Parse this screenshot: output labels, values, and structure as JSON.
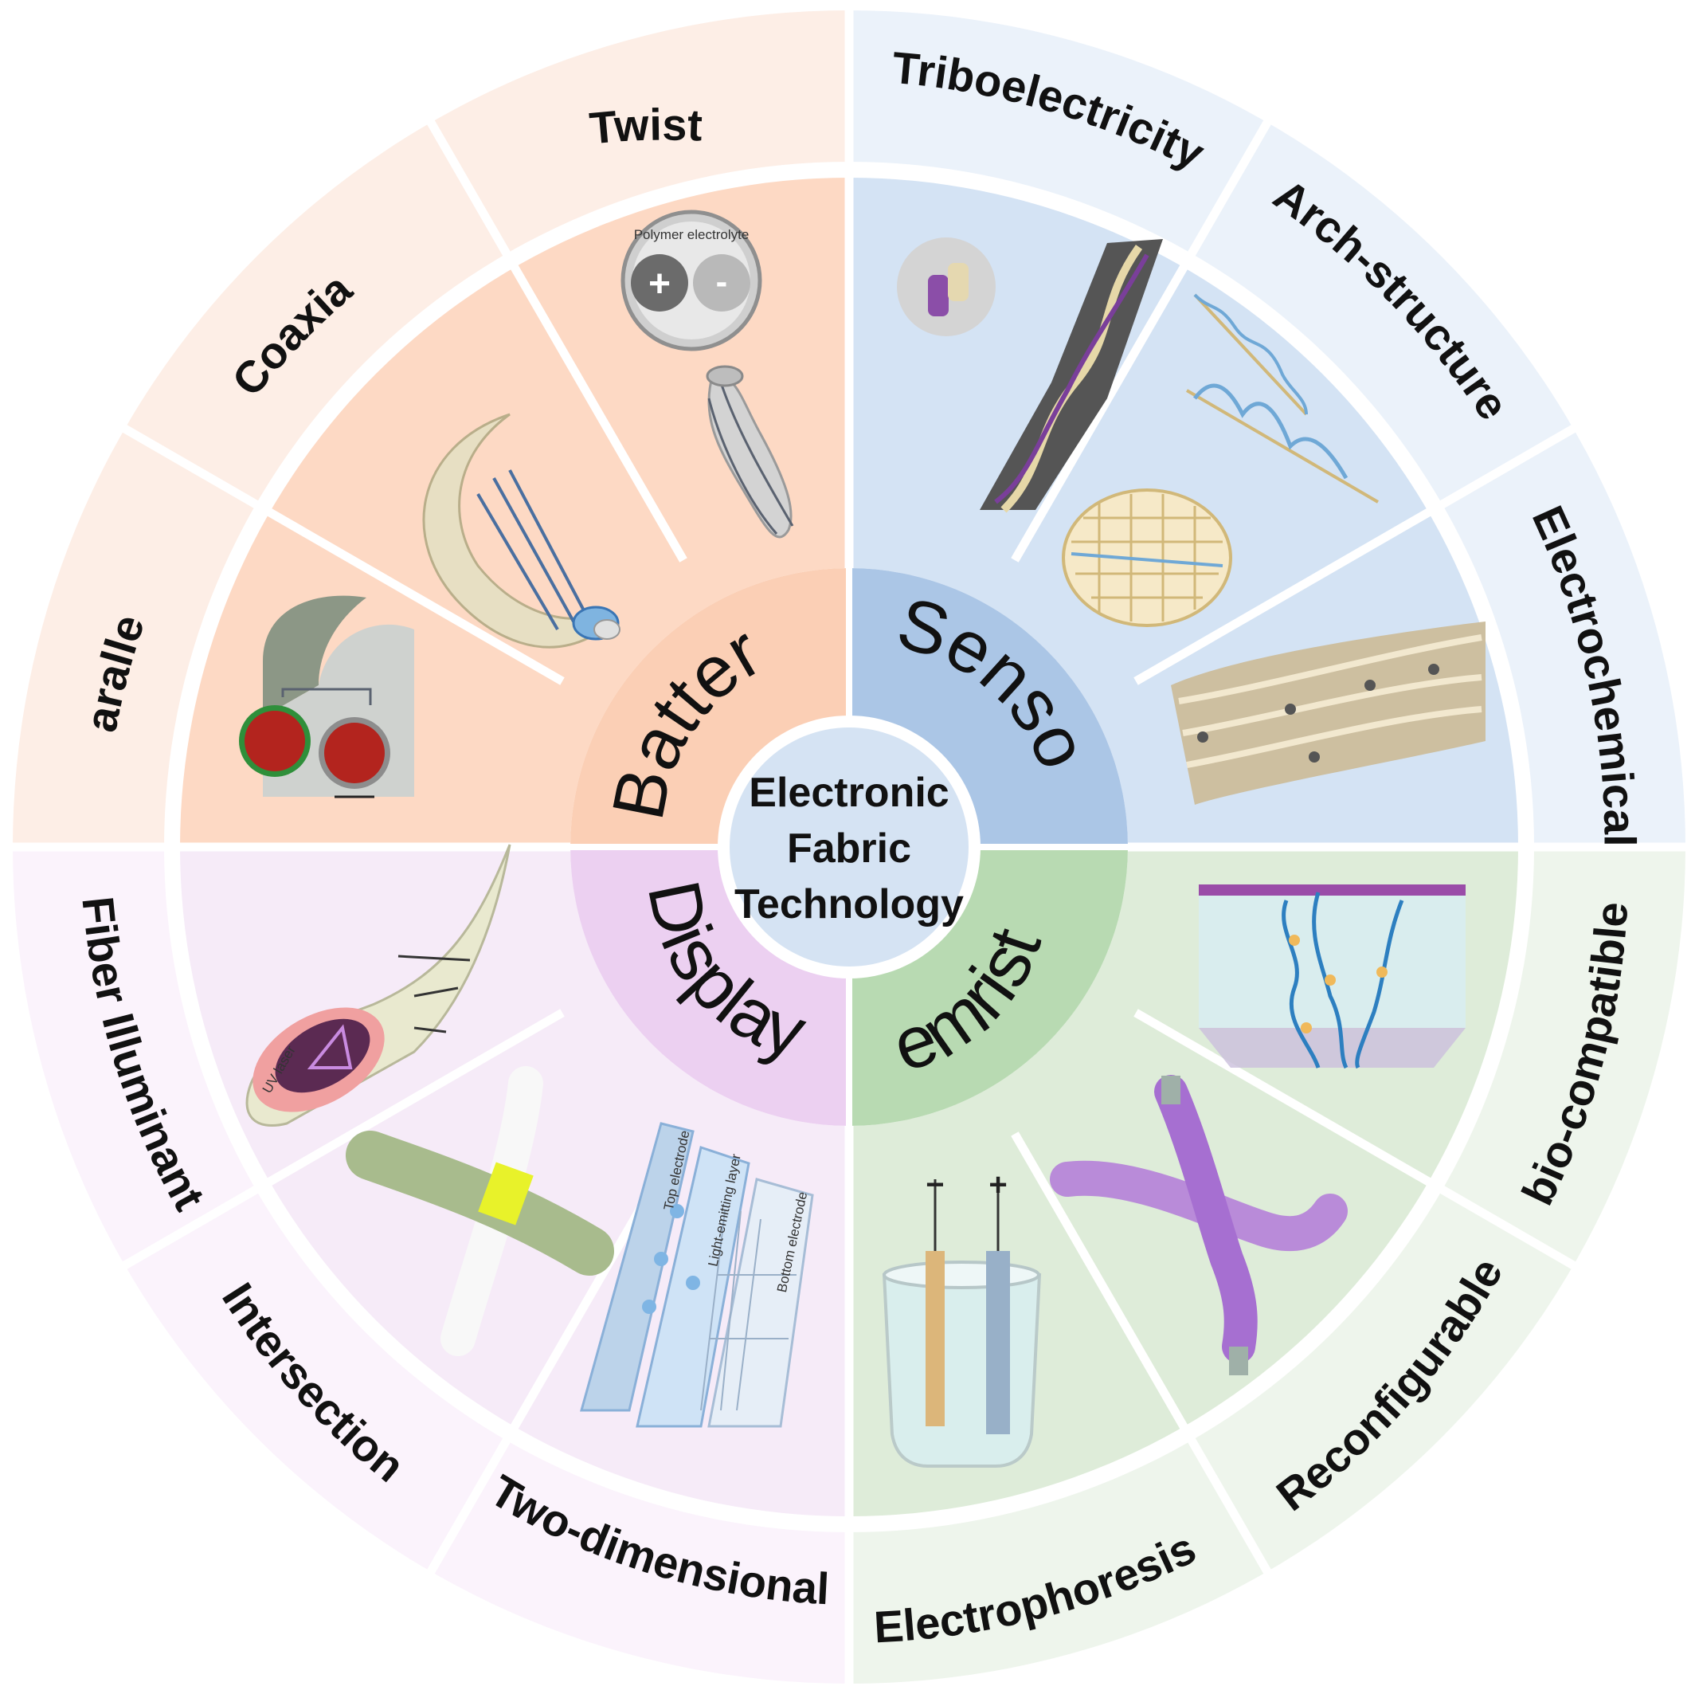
{
  "center": {
    "lines": [
      "Electronic",
      "Fabric",
      "Technology"
    ]
  },
  "categories": [
    {
      "id": "battery",
      "label": "Battery",
      "color": "#fbcfb5"
    },
    {
      "id": "sensor",
      "label": "Sensor",
      "color": "#abc6e6"
    },
    {
      "id": "memristor",
      "label": "Memristor",
      "color": "#b8dab2"
    },
    {
      "id": "display",
      "label": "Display",
      "color": "#ecd0f1"
    }
  ],
  "quadrants": {
    "battery": {
      "inner_color": "#fdd9c4",
      "outer_color": "#fdeee6",
      "labels": [
        "Parallel",
        "Coaxial",
        "Twist"
      ]
    },
    "sensor": {
      "inner_color": "#d4e3f4",
      "outer_color": "#ebf2fa",
      "labels": [
        "Triboelectricity",
        "Arch-structure",
        "Electrochemical"
      ]
    },
    "memristor": {
      "inner_color": "#deecd9",
      "outer_color": "#eef5ec",
      "labels": [
        "bio-compatible",
        "Reconfigurable",
        "Electrophoresis"
      ]
    },
    "display": {
      "inner_color": "#f6ebf8",
      "outer_color": "#fbf3fc",
      "labels": [
        "Two-dimensional",
        "Intersection",
        "Fiber Illuminant"
      ]
    }
  },
  "figure_annotations": {
    "twist_inset": {
      "title": "Polymer electrolyte",
      "positive": "+",
      "negative": "-"
    },
    "electrophoresis_terminals": {
      "negative": "−",
      "positive": "+"
    },
    "two_dimensional_layers": [
      "Top electrode",
      "Light-emitting layer",
      "Bottom electrode"
    ],
    "fiber_illuminant_label": "UV laser"
  }
}
